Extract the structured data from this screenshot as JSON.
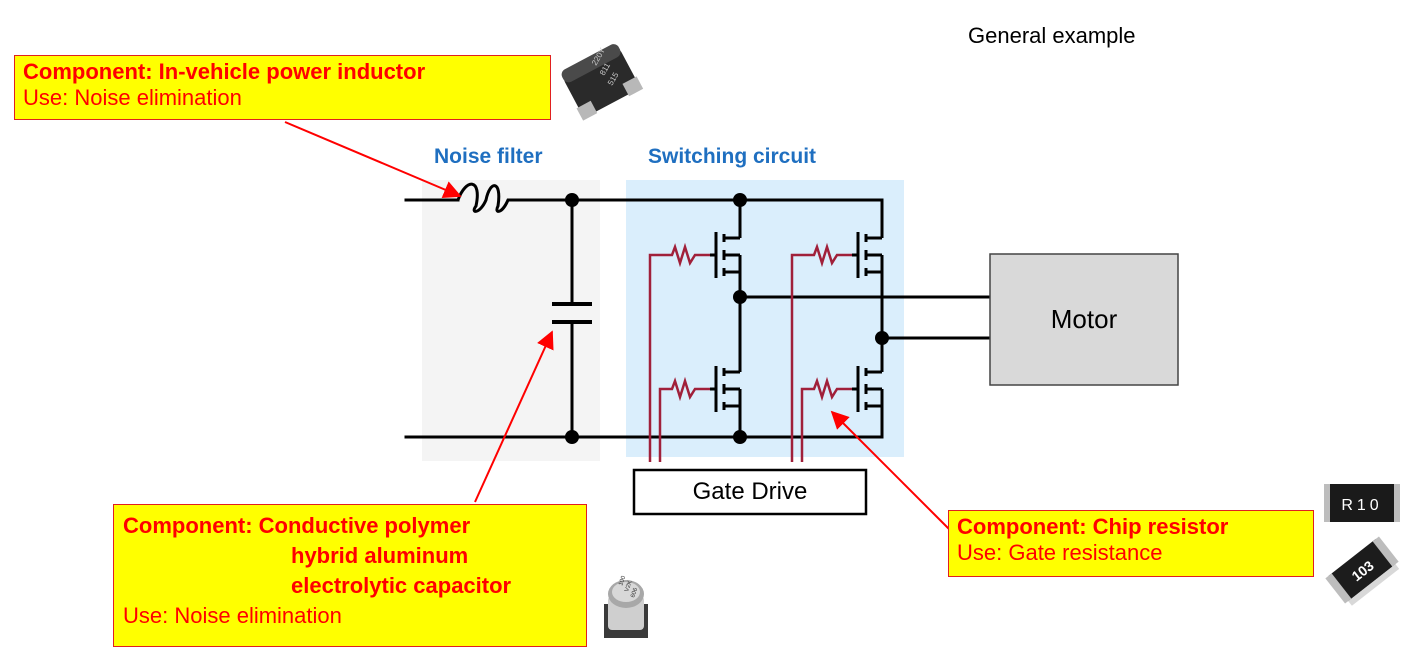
{
  "header_note": "General example",
  "sections": {
    "noise_filter": "Noise filter",
    "switching_circuit": "Switching circuit"
  },
  "blocks": {
    "motor": "Motor",
    "gate_drive": "Gate Drive"
  },
  "callouts": {
    "inductor": {
      "component_prefix": "Component:",
      "component_name": "In-vehicle power inductor",
      "use_line": "Use: Noise elimination"
    },
    "capacitor": {
      "component_prefix": "Component:",
      "component_lines": [
        "Conductive polymer",
        "hybrid aluminum",
        "electrolytic capacitor"
      ],
      "use_line": "Use: Noise elimination"
    },
    "resistor": {
      "component_prefix": "Component:",
      "component_name": "Chip resistor",
      "use_line": "Use: Gate resistance"
    }
  },
  "part_markings": {
    "inductor": [
      "220Y",
      "811",
      "515"
    ],
    "capacitor": [
      "100",
      "V2K",
      "606"
    ],
    "resistor_1": "R10",
    "resistor_2": "103"
  },
  "colors": {
    "callout_fill": "#ffff00",
    "callout_text": "#ff0000",
    "header_blue": "#1f6fc0",
    "gate_wire": "#a0203a",
    "switching_bg": "#daeefc",
    "filter_bg": "#f4f4f4",
    "motor_fill": "#d9d9d9"
  }
}
